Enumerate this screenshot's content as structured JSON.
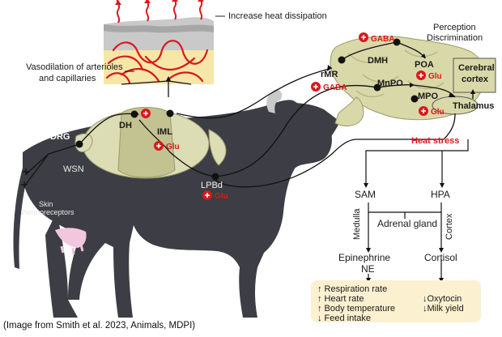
{
  "labels": {
    "increase_heat": "Increase heat dissipation",
    "vasodilation_line1": "Vasodilation of arterioles",
    "vasodilation_line2": "and capillaries",
    "perception_line1": "Perception",
    "perception_line2": "Discrimination",
    "gaba_top": "GABA",
    "gaba_rmr": "GABA",
    "dmh": "DMH",
    "rmr": "rMR",
    "poa": "POA",
    "mnpo": "MnPO",
    "mpo": "MPO",
    "cerebral_line1": "Cerebral",
    "cerebral_line2": "cortex",
    "thalamus": "Thalamus",
    "glu_poa": "Glu",
    "glu_mpo": "Glu",
    "glu_iml": "Glu",
    "glu_lpbd": "Glu",
    "drg": "DRG",
    "dh": "DH",
    "iml": "IML",
    "wsn": "WSN",
    "skin_line1": "Skin",
    "skin_line2": "thermoreceptors",
    "lpbd": "LPBd",
    "heat_stress": "Heat stress",
    "sam": "SAM",
    "hpa": "HPA",
    "adrenal": "Adrenal gland",
    "medulla": "Medulla",
    "cortex_side": "Cortex",
    "epinephrine": "Epinephrine",
    "ne": "NE",
    "cortisol": "Cortisol"
  },
  "effects_left": [
    "↑ Respiration rate",
    "↑ Heart rate",
    "↑ Body temperature",
    "↓ Feed intake"
  ],
  "effects_right": [
    "↓Oxytocin",
    "↓Milk yield"
  ],
  "caption": "(Image from Smith et al. 2023, Animals, MDPI)",
  "colors": {
    "cow": "#3d3d45",
    "brain": "#d9d8a8",
    "spinal": "#dcdcb5",
    "vessel": "#d8191c",
    "skin_top": "#c9c9c9",
    "effects_box": "#fbf0d0",
    "heat_stress": "#d8191c"
  }
}
